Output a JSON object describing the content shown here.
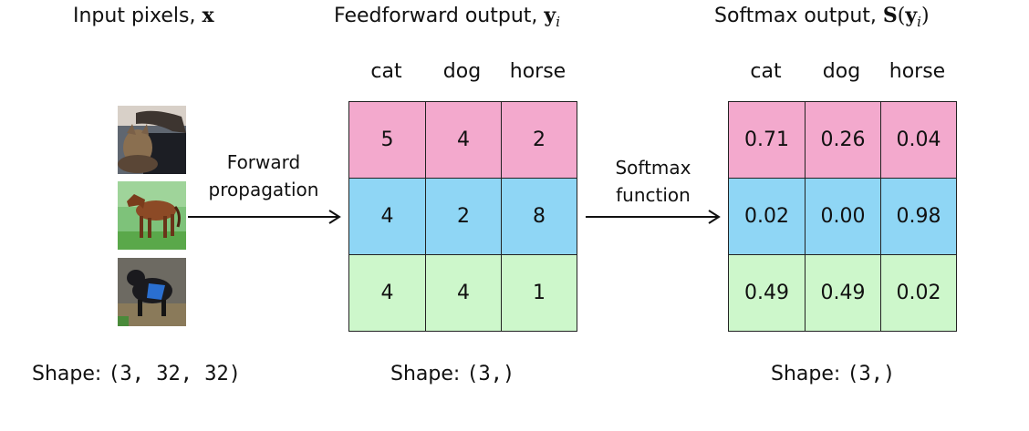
{
  "sections": {
    "input": {
      "title_text": "Input pixels, ",
      "title_symbol": "x",
      "shape_label": "Shape:",
      "shape_value": "(3, 32, 32)"
    },
    "feedforward": {
      "title_text": "Feedforward output, ",
      "title_symbol": "y",
      "title_subscript": "i",
      "shape_label": "Shape:",
      "shape_value": "(3,)"
    },
    "softmax": {
      "title_text": "Softmax output, ",
      "title_func": "S",
      "title_open": "(",
      "title_symbol": "y",
      "title_subscript": "i",
      "title_close": ")",
      "shape_label": "Shape:",
      "shape_value": "(3,)"
    }
  },
  "columns": [
    "cat",
    "dog",
    "horse"
  ],
  "feedforward_values": [
    [
      "5",
      "4",
      "2"
    ],
    [
      "4",
      "2",
      "8"
    ],
    [
      "4",
      "4",
      "1"
    ]
  ],
  "softmax_values": [
    [
      "0.71",
      "0.26",
      "0.04"
    ],
    [
      "0.02",
      "0.00",
      "0.98"
    ],
    [
      "0.49",
      "0.49",
      "0.02"
    ]
  ],
  "row_colors": [
    "#f3a9cd",
    "#8fd6f5",
    "#cdf7cb"
  ],
  "arrows": {
    "forward": {
      "line1": "Forward",
      "line2": "propagation"
    },
    "softmax": {
      "line1": "Softmax",
      "line2": "function"
    }
  },
  "images": [
    "cat-image",
    "horse-image",
    "dog-image"
  ]
}
